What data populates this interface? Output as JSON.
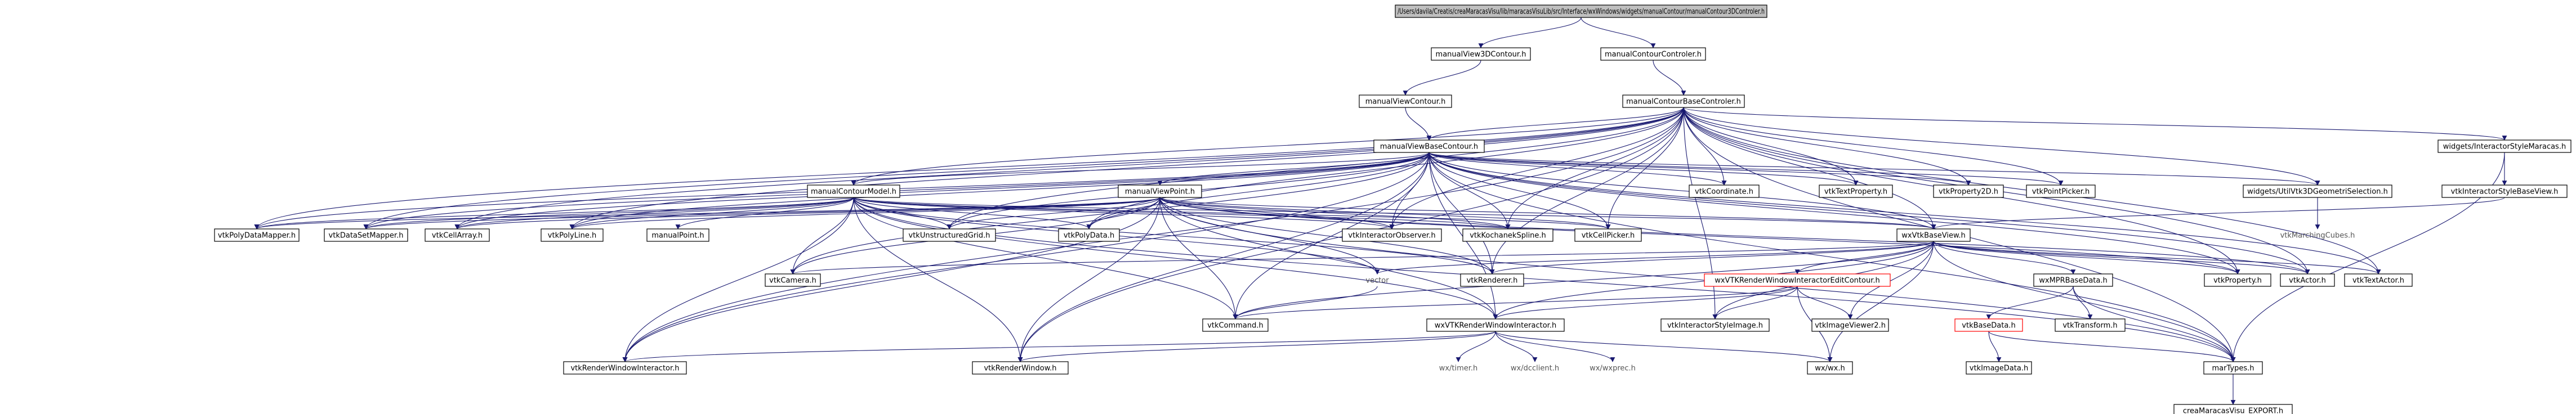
{
  "diagram": {
    "edge_color": "#191970",
    "root_fill": "#bfbfbf",
    "nodes": [
      {
        "id": "root",
        "label": "/Users/davila/Creatis/creaMaracasVisu/lib/maracasVisuLib/src/Interface/wxWindows/widgets/manualContour/manualContour3DControler.h",
        "style": "root"
      },
      {
        "id": "mv3dc",
        "label": "manualView3DContour.h",
        "style": "plain"
      },
      {
        "id": "mcc",
        "label": "manualContourControler.h",
        "style": "plain"
      },
      {
        "id": "mvc",
        "label": "manualViewContour.h",
        "style": "plain"
      },
      {
        "id": "mcbc",
        "label": "manualContourBaseControler.h",
        "style": "plain"
      },
      {
        "id": "mvbc",
        "label": "manualViewBaseContour.h",
        "style": "plain"
      },
      {
        "id": "wism",
        "label": "widgets/InteractorStyleMaracas.h",
        "style": "plain"
      },
      {
        "id": "mcm",
        "label": "manualContourModel.h",
        "style": "plain"
      },
      {
        "id": "mvp",
        "label": "manualViewPoint.h",
        "style": "plain"
      },
      {
        "id": "vcoord",
        "label": "vtkCoordinate.h",
        "style": "plain"
      },
      {
        "id": "vtp",
        "label": "vtkTextProperty.h",
        "style": "plain"
      },
      {
        "id": "vp2d",
        "label": "vtkProperty2D.h",
        "style": "plain"
      },
      {
        "id": "vpp",
        "label": "vtkPointPicker.h",
        "style": "plain"
      },
      {
        "id": "wu3d",
        "label": "widgets/UtilVtk3DGeometriSelection.h",
        "style": "plain"
      },
      {
        "id": "visbv",
        "label": "vtkInteractorStyleBaseView.h",
        "style": "plain"
      },
      {
        "id": "vmc",
        "label": "vtkMarchingCubes.h",
        "style": "grey"
      },
      {
        "id": "vpdm",
        "label": "vtkPolyDataMapper.h",
        "style": "plain"
      },
      {
        "id": "vdsm",
        "label": "vtkDataSetMapper.h",
        "style": "plain"
      },
      {
        "id": "vca",
        "label": "vtkCellArray.h",
        "style": "plain"
      },
      {
        "id": "vpl",
        "label": "vtkPolyLine.h",
        "style": "plain"
      },
      {
        "id": "mp",
        "label": "manualPoint.h",
        "style": "plain"
      },
      {
        "id": "vug",
        "label": "vtkUnstructuredGrid.h",
        "style": "plain"
      },
      {
        "id": "vpd",
        "label": "vtkPolyData.h",
        "style": "plain"
      },
      {
        "id": "vio",
        "label": "vtkInteractorObserver.h",
        "style": "plain"
      },
      {
        "id": "vks",
        "label": "vtkKochanekSpline.h",
        "style": "plain"
      },
      {
        "id": "vcp",
        "label": "vtkCellPicker.h",
        "style": "plain"
      },
      {
        "id": "wxvbv",
        "label": "wxVtkBaseView.h",
        "style": "plain"
      },
      {
        "id": "vcam",
        "label": "vtkCamera.h",
        "style": "plain"
      },
      {
        "id": "vec",
        "label": "vector",
        "style": "grey"
      },
      {
        "id": "vren",
        "label": "vtkRenderer.h",
        "style": "plain"
      },
      {
        "id": "wxvrwiec",
        "label": "wxVTKRenderWindowInteractorEditContour.h",
        "style": "red"
      },
      {
        "id": "wxmpr",
        "label": "wxMPRBaseData.h",
        "style": "plain"
      },
      {
        "id": "vprop",
        "label": "vtkProperty.h",
        "style": "plain"
      },
      {
        "id": "vact",
        "label": "vtkActor.h",
        "style": "plain"
      },
      {
        "id": "vtxa",
        "label": "vtkTextActor.h",
        "style": "plain"
      },
      {
        "id": "vcmd",
        "label": "vtkCommand.h",
        "style": "plain"
      },
      {
        "id": "wxvrwi",
        "label": "wxVTKRenderWindowInteractor.h",
        "style": "plain"
      },
      {
        "id": "visi",
        "label": "vtkInteractorStyleImage.h",
        "style": "plain"
      },
      {
        "id": "viv2",
        "label": "vtkImageViewer2.h",
        "style": "plain"
      },
      {
        "id": "vbd",
        "label": "vtkBaseData.h",
        "style": "red"
      },
      {
        "id": "vtrans",
        "label": "vtkTransform.h",
        "style": "plain"
      },
      {
        "id": "wxex",
        "label": "wx/wx.h",
        "style": "plain"
      },
      {
        "id": "vid",
        "label": "vtkImageData.h",
        "style": "plain"
      },
      {
        "id": "martypes",
        "label": "marTypes.h",
        "style": "plain"
      },
      {
        "id": "vrwi",
        "label": "vtkRenderWindowInteractor.h",
        "style": "plain"
      },
      {
        "id": "vrw",
        "label": "vtkRenderWindow.h",
        "style": "plain"
      },
      {
        "id": "wxtimer",
        "label": "wx/timer.h",
        "style": "grey"
      },
      {
        "id": "wxdc",
        "label": "wx/dcclient.h",
        "style": "grey"
      },
      {
        "id": "wxexprec",
        "label": "wx/wxprec.h",
        "style": "grey"
      },
      {
        "id": "cmve",
        "label": "creaMaracasVisu_EXPORT.h",
        "style": "plain"
      }
    ],
    "edges": [
      [
        "root",
        "mv3dc"
      ],
      [
        "root",
        "mcc"
      ],
      [
        "mv3dc",
        "mvc"
      ],
      [
        "mcc",
        "mcbc"
      ],
      [
        "mvc",
        "mvbc"
      ],
      [
        "mcbc",
        "mvbc"
      ],
      [
        "mcbc",
        "wism"
      ],
      [
        "mcbc",
        "mcm"
      ],
      [
        "mcbc",
        "vcoord"
      ],
      [
        "mcbc",
        "vtp"
      ],
      [
        "mcbc",
        "vp2d"
      ],
      [
        "mcbc",
        "vpp"
      ],
      [
        "mcbc",
        "wu3d"
      ],
      [
        "mcbc",
        "wxvbv"
      ],
      [
        "mcbc",
        "vact"
      ],
      [
        "mcbc",
        "vtxa"
      ],
      [
        "mcbc",
        "martypes"
      ],
      [
        "mcbc",
        "vpdm"
      ],
      [
        "mcbc",
        "vdsm"
      ],
      [
        "mcbc",
        "vca"
      ],
      [
        "mcbc",
        "vpl"
      ],
      [
        "mcbc",
        "vug"
      ],
      [
        "mcbc",
        "vpd"
      ],
      [
        "mcbc",
        "vio"
      ],
      [
        "mcbc",
        "vks"
      ],
      [
        "mcbc",
        "vcp"
      ],
      [
        "mcbc",
        "vren"
      ],
      [
        "mcbc",
        "vprop"
      ],
      [
        "mcbc",
        "vrwi"
      ],
      [
        "mcbc",
        "vrw"
      ],
      [
        "mcbc",
        "visi"
      ],
      [
        "mvbc",
        "mcm"
      ],
      [
        "mvbc",
        "mvp"
      ],
      [
        "mvbc",
        "vcoord"
      ],
      [
        "mvbc",
        "vtp"
      ],
      [
        "mvbc",
        "vp2d"
      ],
      [
        "mvbc",
        "vpp"
      ],
      [
        "mvbc",
        "wu3d"
      ],
      [
        "mvbc",
        "wxvbv"
      ],
      [
        "mvbc",
        "vpdm"
      ],
      [
        "mvbc",
        "vdsm"
      ],
      [
        "mvbc",
        "vca"
      ],
      [
        "mvbc",
        "vpl"
      ],
      [
        "mvbc",
        "vug"
      ],
      [
        "mvbc",
        "vpd"
      ],
      [
        "mvbc",
        "vio"
      ],
      [
        "mvbc",
        "vks"
      ],
      [
        "mvbc",
        "vcp"
      ],
      [
        "mvbc",
        "vcam"
      ],
      [
        "mvbc",
        "vren"
      ],
      [
        "mvbc",
        "vact"
      ],
      [
        "mvbc",
        "vtxa"
      ],
      [
        "mvbc",
        "vprop"
      ],
      [
        "mvbc",
        "martypes"
      ],
      [
        "mvbc",
        "vrwi"
      ],
      [
        "mvbc",
        "vrw"
      ],
      [
        "mvbc",
        "wxvrwi"
      ],
      [
        "mvbc",
        "vcmd"
      ],
      [
        "wism",
        "visbv"
      ],
      [
        "wism",
        "martypes"
      ],
      [
        "visbv",
        "wxvbv"
      ],
      [
        "wu3d",
        "vmc"
      ],
      [
        "mcm",
        "vpdm"
      ],
      [
        "mcm",
        "vdsm"
      ],
      [
        "mcm",
        "vca"
      ],
      [
        "mcm",
        "vpl"
      ],
      [
        "mcm",
        "mp"
      ],
      [
        "mcm",
        "vug"
      ],
      [
        "mcm",
        "vpd"
      ],
      [
        "mcm",
        "vio"
      ],
      [
        "mcm",
        "vks"
      ],
      [
        "mcm",
        "vcp"
      ],
      [
        "mcm",
        "wxvbv"
      ],
      [
        "mcm",
        "vcam"
      ],
      [
        "mcm",
        "vec"
      ],
      [
        "mcm",
        "vren"
      ],
      [
        "mcm",
        "vcmd"
      ],
      [
        "mcm",
        "wxvrwi"
      ],
      [
        "mcm",
        "vrwi"
      ],
      [
        "mcm",
        "vrw"
      ],
      [
        "mcm",
        "martypes"
      ],
      [
        "mvp",
        "vpdm"
      ],
      [
        "mvp",
        "vdsm"
      ],
      [
        "mvp",
        "vca"
      ],
      [
        "mvp",
        "vpl"
      ],
      [
        "mvp",
        "vug"
      ],
      [
        "mvp",
        "vpd"
      ],
      [
        "mvp",
        "vio"
      ],
      [
        "mvp",
        "vks"
      ],
      [
        "mvp",
        "vcp"
      ],
      [
        "mvp",
        "wxvbv"
      ],
      [
        "mvp",
        "vcam"
      ],
      [
        "mvp",
        "vren"
      ],
      [
        "mvp",
        "vact"
      ],
      [
        "mvp",
        "vprop"
      ],
      [
        "mvp",
        "vcmd"
      ],
      [
        "mvp",
        "wxvrwi"
      ],
      [
        "mvp",
        "vrwi"
      ],
      [
        "mvp",
        "vrw"
      ],
      [
        "mvp",
        "martypes"
      ],
      [
        "mvp",
        "vec"
      ],
      [
        "wxvbv",
        "vcam"
      ],
      [
        "wxvbv",
        "vec"
      ],
      [
        "wxvbv",
        "vren"
      ],
      [
        "wxvbv",
        "wxvrwiec"
      ],
      [
        "wxvbv",
        "wxmpr"
      ],
      [
        "wxvbv",
        "vprop"
      ],
      [
        "wxvbv",
        "vact"
      ],
      [
        "wxvbv",
        "vtxa"
      ],
      [
        "wxvbv",
        "wxvrwi"
      ],
      [
        "wxvbv",
        "visi"
      ],
      [
        "wxvbv",
        "viv2"
      ],
      [
        "wxvbv",
        "wxex"
      ],
      [
        "wxvbv",
        "martypes"
      ],
      [
        "wxvbv",
        "vcmd"
      ],
      [
        "wxvrwiec",
        "wxvrwi"
      ],
      [
        "wxvrwiec",
        "visi"
      ],
      [
        "wxvrwiec",
        "viv2"
      ],
      [
        "wxvrwiec",
        "vcmd"
      ],
      [
        "wxvrwiec",
        "wxex"
      ],
      [
        "wxmpr",
        "vbd"
      ],
      [
        "wxmpr",
        "vtrans"
      ],
      [
        "wxmpr",
        "martypes"
      ],
      [
        "vbd",
        "vid"
      ],
      [
        "vbd",
        "martypes"
      ],
      [
        "wxvrwi",
        "wxtimer"
      ],
      [
        "wxvrwi",
        "wxdc"
      ],
      [
        "wxvrwi",
        "wxexprec"
      ],
      [
        "wxvrwi",
        "vrwi"
      ],
      [
        "wxvrwi",
        "vrw"
      ],
      [
        "wxvrwi",
        "wxex"
      ],
      [
        "martypes",
        "cmve"
      ],
      [
        "vec",
        "vcmd"
      ]
    ]
  }
}
